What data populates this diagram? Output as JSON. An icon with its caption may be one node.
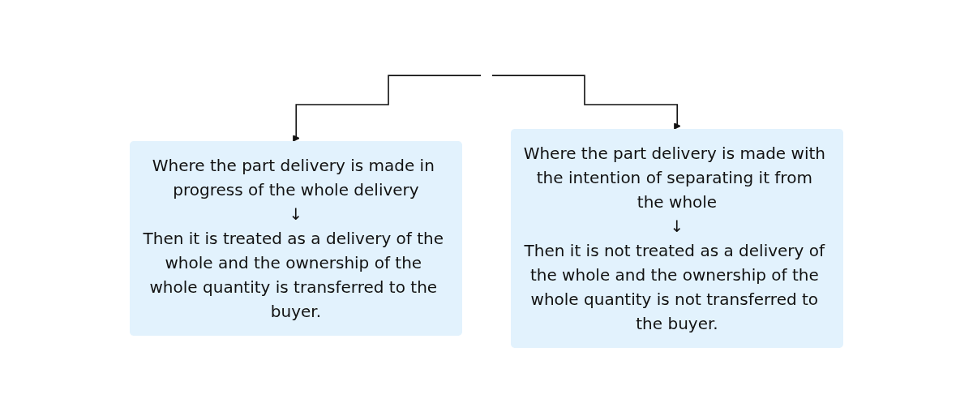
{
  "diagram": {
    "nodes": [
      {
        "text": [
          "Where the part delivery is made in progress of the whole delivery",
          "↓",
          "Then it is treated as a delivery of the whole and the ownership of the whole quantity is transferred to the buyer."
        ]
      },
      {
        "text": [
          "Where the part delivery is made with the intention of separating it from the whole",
          "↓",
          "Then it is not treated as a delivery of the whole and the ownership of the whole quantity is not transferred to the buyer."
        ]
      }
    ],
    "edges": [
      {
        "from": null,
        "to": 0,
        "arrow": "to"
      },
      {
        "from": null,
        "to": 1,
        "arrow": "to"
      }
    ]
  }
}
